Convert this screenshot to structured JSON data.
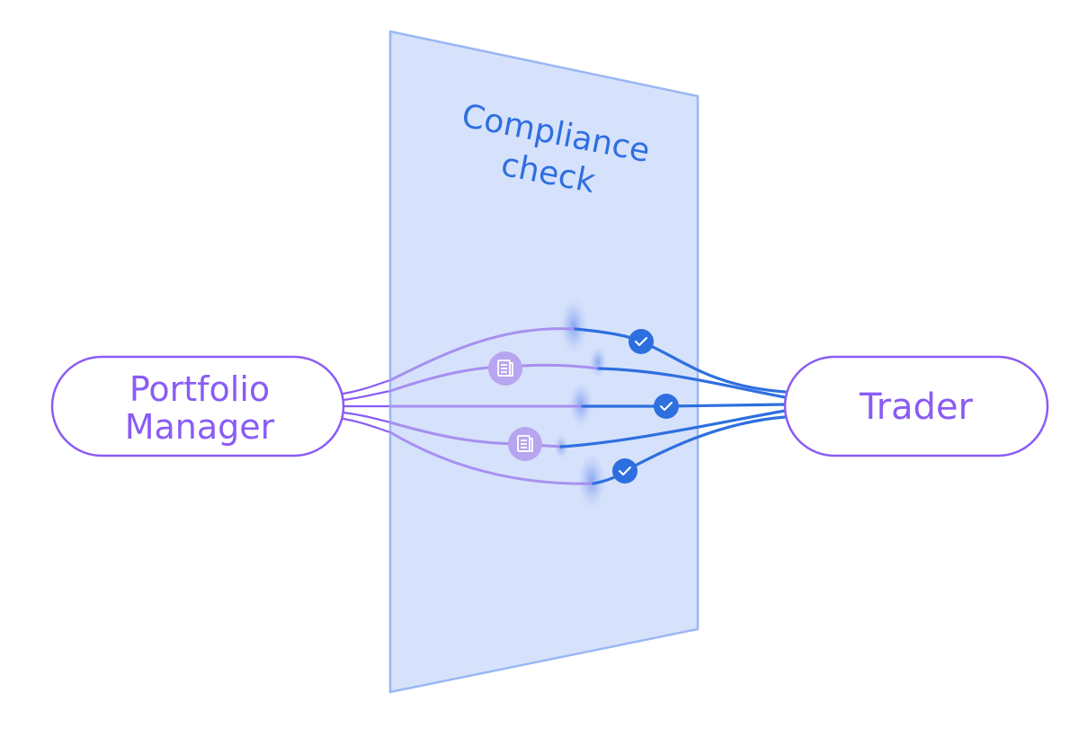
{
  "colors": {
    "background": "#ffffff",
    "plane_fill": "#d6e2fb",
    "plane_stroke": "#9ab7f4",
    "plane_title": "#2e6fe0",
    "node_stroke": "#8a5cf5",
    "node_text": "#8a5cf5",
    "path_pending": "#a48cf0",
    "path_approved": "#2e6fe0",
    "check_badge": "#2e6fe0",
    "doc_badge": "#b7a5ef",
    "glow": "#7a9cf0"
  },
  "diagram": {
    "plane_title_line1": "Compliance",
    "plane_title_line2": "check",
    "source_line1": "Portfolio",
    "source_line2": "Manager",
    "target": "Trader"
  },
  "icons": {
    "approved": "check-icon",
    "pending": "document-icon"
  },
  "flows": [
    {
      "name": "flow-1",
      "status": "approved"
    },
    {
      "name": "flow-2",
      "status": "pending"
    },
    {
      "name": "flow-3",
      "status": "approved"
    },
    {
      "name": "flow-4",
      "status": "pending"
    },
    {
      "name": "flow-5",
      "status": "approved"
    }
  ]
}
